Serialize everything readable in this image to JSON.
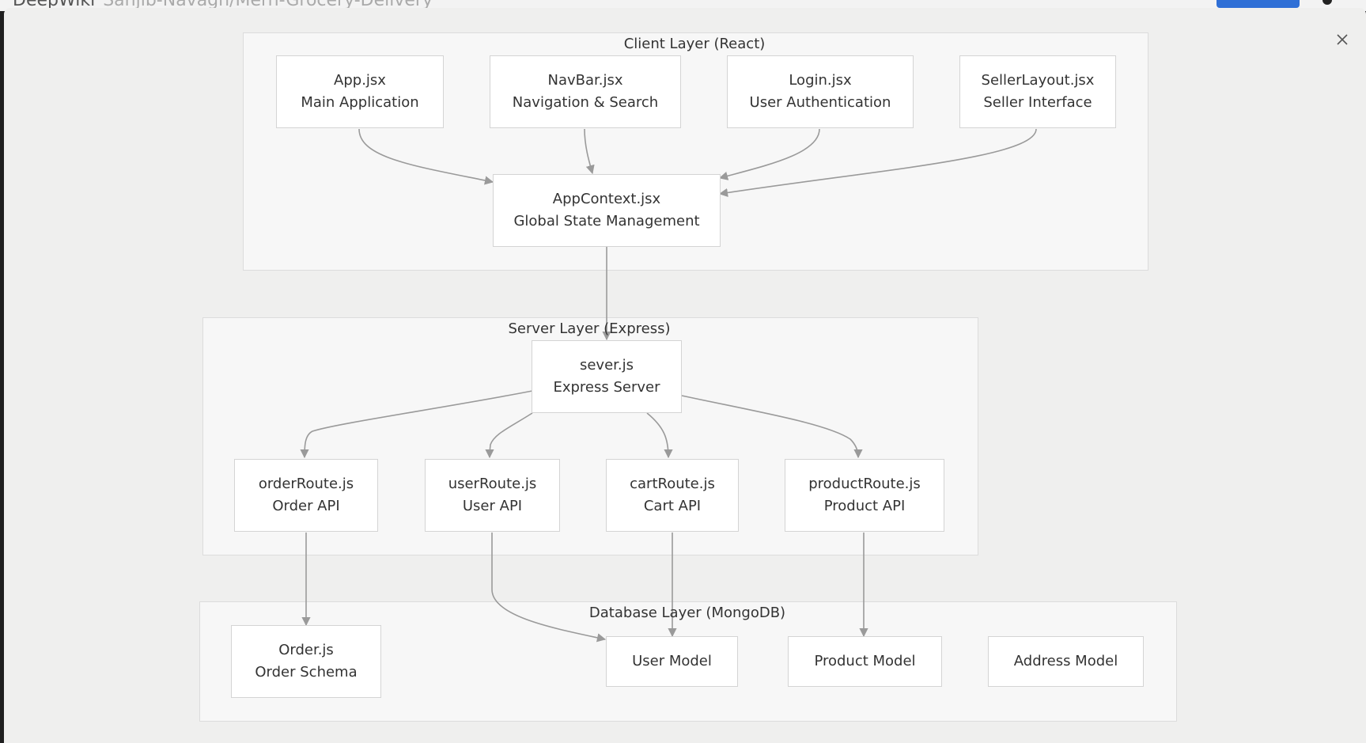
{
  "header": {
    "brand": "DeepWiki",
    "repo": "Sanjib-Navagh/Mern-Grocery-Delivery"
  },
  "diagram": {
    "layers": {
      "client": {
        "title": "Client Layer (React)"
      },
      "server": {
        "title": "Server Layer (Express)"
      },
      "database": {
        "title": "Database Layer (MongoDB)"
      }
    },
    "nodes": {
      "app": {
        "name": "App.jsx",
        "desc": "Main Application"
      },
      "navbar": {
        "name": "NavBar.jsx",
        "desc": "Navigation & Search"
      },
      "login": {
        "name": "Login.jsx",
        "desc": "User Authentication"
      },
      "seller_layout": {
        "name": "SellerLayout.jsx",
        "desc": "Seller Interface"
      },
      "app_context": {
        "name": "AppContext.jsx",
        "desc": "Global State Management"
      },
      "server_js": {
        "name": "sever.js",
        "desc": "Express Server"
      },
      "order_route": {
        "name": "orderRoute.js",
        "desc": "Order API"
      },
      "user_route": {
        "name": "userRoute.js",
        "desc": "User API"
      },
      "cart_route": {
        "name": "cartRoute.js",
        "desc": "Cart API"
      },
      "product_route": {
        "name": "productRoute.js",
        "desc": "Product API"
      },
      "order_js": {
        "name": "Order.js",
        "desc": "Order Schema"
      },
      "user_model": {
        "name": "User Model"
      },
      "product_model": {
        "name": "Product Model"
      },
      "address_model": {
        "name": "Address Model"
      }
    },
    "edges": [
      {
        "from": "App.jsx",
        "to": "AppContext.jsx"
      },
      {
        "from": "NavBar.jsx",
        "to": "AppContext.jsx"
      },
      {
        "from": "Login.jsx",
        "to": "AppContext.jsx"
      },
      {
        "from": "SellerLayout.jsx",
        "to": "AppContext.jsx"
      },
      {
        "from": "AppContext.jsx",
        "to": "sever.js"
      },
      {
        "from": "sever.js",
        "to": "orderRoute.js"
      },
      {
        "from": "sever.js",
        "to": "userRoute.js"
      },
      {
        "from": "sever.js",
        "to": "cartRoute.js"
      },
      {
        "from": "sever.js",
        "to": "productRoute.js"
      },
      {
        "from": "orderRoute.js",
        "to": "Order.js"
      },
      {
        "from": "userRoute.js",
        "to": "User Model"
      },
      {
        "from": "cartRoute.js",
        "to": "User Model"
      },
      {
        "from": "productRoute.js",
        "to": "Product Model"
      }
    ]
  }
}
